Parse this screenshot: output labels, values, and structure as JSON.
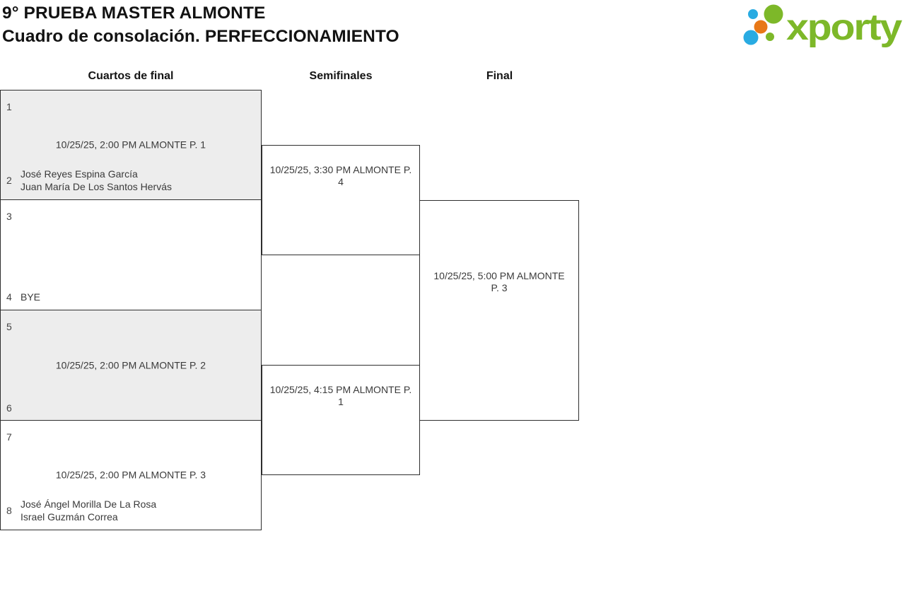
{
  "page": {
    "title": "9° PRUEBA MASTER ALMONTE",
    "subtitle": "Cuadro de consolación. PERFECCIONAMIENTO"
  },
  "logo": {
    "text": "xporty",
    "green": "#7db829",
    "blue": "#29abe2",
    "orange": "#e87817"
  },
  "rounds": [
    {
      "label": "Cuartos de final"
    },
    {
      "label": "Semifinales"
    },
    {
      "label": "Final"
    }
  ],
  "matches": {
    "qf1": {
      "seed_top": "1",
      "info": "10/25/25, 2:00 PM ALMONTE P. 1",
      "seed_bottom": "2",
      "players_bottom": [
        "José Reyes Espina García",
        "Juan María De Los Santos Hervás"
      ]
    },
    "qf2": {
      "seed_top": "3",
      "info": "",
      "seed_bottom": "4",
      "players_bottom": [
        "BYE"
      ]
    },
    "qf3": {
      "seed_top": "5",
      "info": "10/25/25, 2:00 PM ALMONTE P. 2",
      "seed_bottom": "6",
      "players_bottom": []
    },
    "qf4": {
      "seed_top": "7",
      "info": "10/25/25, 2:00 PM ALMONTE P. 3",
      "seed_bottom": "8",
      "players_bottom": [
        "José Ángel Morilla De La Rosa",
        "Israel Guzmán Correa"
      ]
    },
    "sf1": {
      "info": "10/25/25, 3:30 PM ALMONTE P. 4"
    },
    "sf2": {
      "info": "10/25/25, 4:15 PM ALMONTE P. 1"
    },
    "final": {
      "info": "10/25/25, 5:00 PM ALMONTE P. 3"
    }
  },
  "colors": {
    "box_border": "#2e2e2e",
    "shaded_fill": "#ededed",
    "body_text": "#3a3a3a",
    "heading_text": "#121212"
  }
}
